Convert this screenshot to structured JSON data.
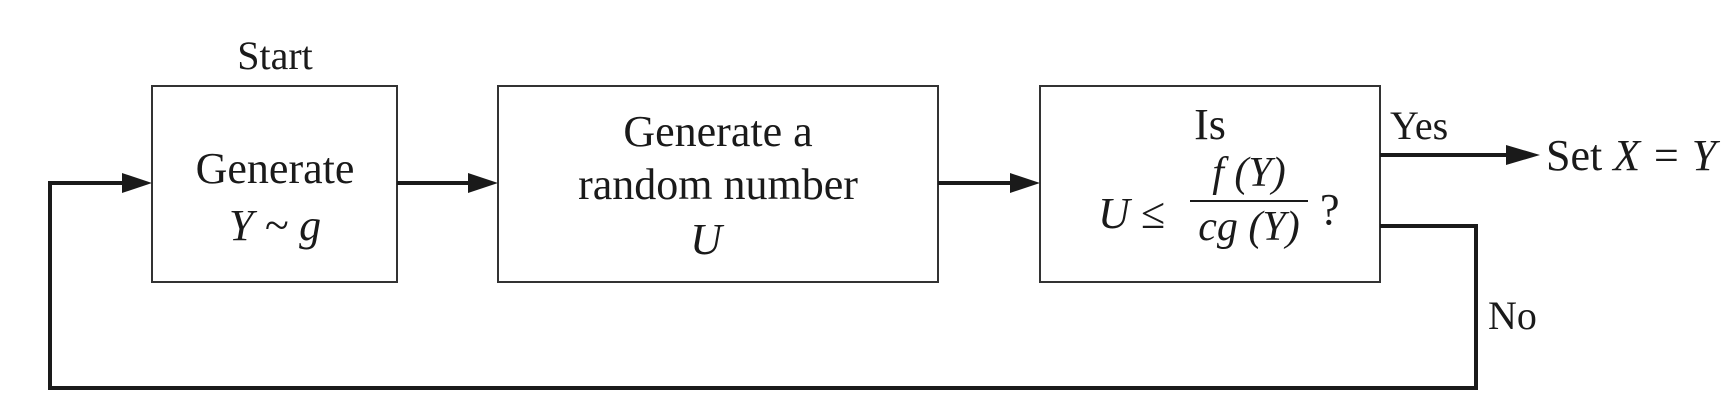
{
  "start_label": "Start",
  "box1": {
    "line1": "Generate",
    "line2": "Y ~ g"
  },
  "box2": {
    "line1": "Generate a",
    "line2": "random number",
    "line3": "U"
  },
  "box3": {
    "line1": "Is",
    "lhs": "U ≤",
    "numerator": "f (Y)",
    "denominator": "cg (Y)",
    "question_mark": "?"
  },
  "yes_label": "Yes",
  "no_label": "No",
  "result": {
    "prefix": "Set",
    "expr": "X = Y"
  }
}
